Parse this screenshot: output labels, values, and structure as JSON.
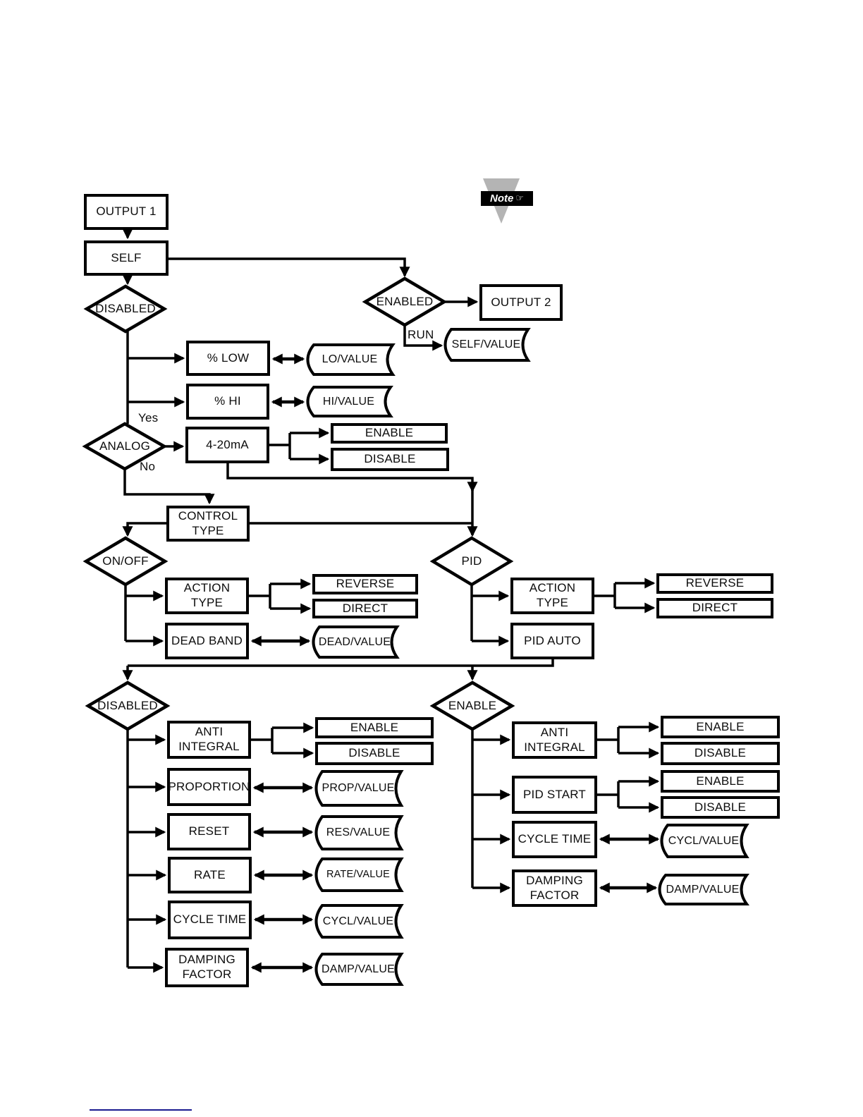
{
  "note": {
    "label": "Note",
    "hand": "☞"
  },
  "edge_labels": {
    "yes": "Yes",
    "no": "No",
    "run": "RUN"
  },
  "colors": {
    "line": "#000000",
    "note_triangle": "#b4b4b4",
    "note_label_bg": "#000000",
    "link": "#1a1a8f"
  },
  "nodes": {
    "output1": "OUTPUT 1",
    "self": "SELF",
    "disabled_top": "DISABLED",
    "enabled": "ENABLED",
    "output2": "OUTPUT 2",
    "self_value": "SELF/VALUE",
    "pct_low": "% LOW",
    "lo_value": "LO/VALUE",
    "pct_hi": "% HI",
    "hi_value": "HI/VALUE",
    "analog": "ANALOG",
    "ma_4_20": "4-20mA",
    "enable_4_20": "ENABLE",
    "disable_4_20": "DISABLE",
    "control_type": "CONTROL TYPE",
    "onoff": "ON/OFF",
    "action_type_onoff": "ACTION TYPE",
    "reverse_onoff": "REVERSE",
    "direct_onoff": "DIRECT",
    "dead_band": "DEAD BAND",
    "dead_value": "DEAD/VALUE",
    "pid": "PID",
    "action_type_pid": "ACTION TYPE",
    "reverse_pid": "REVERSE",
    "direct_pid": "DIRECT",
    "pid_auto": "PID AUTO",
    "disabled_bottom": "DISABLED",
    "anti_integral_l": "ANTI INTEGRAL",
    "enable_ai_l": "ENABLE",
    "disable_ai_l": "DISABLE",
    "proportion": "PROPORTION",
    "prop_value": "PROP/VALUE",
    "reset": "RESET",
    "res_value": "RES/VALUE",
    "rate": "RATE",
    "rate_value": "RATE/VALUE",
    "cycle_time_l": "CYCLE TIME",
    "cycl_value_l": "CYCL/VALUE",
    "damping_l": "DAMPING FACTOR",
    "damp_value_l": "DAMP/VALUE",
    "enable_bottom": "ENABLE",
    "anti_integral_r": "ANTI INTEGRAL",
    "enable_ai_r": "ENABLE",
    "disable_ai_r": "DISABLE",
    "pid_start": "PID START",
    "enable_ps": "ENABLE",
    "disable_ps": "DISABLE",
    "cycle_time_r": "CYCLE TIME",
    "cycl_value_r": "CYCL/VALUE",
    "damping_r": "DAMPING FACTOR",
    "damp_value_r": "DAMP/VALUE"
  }
}
